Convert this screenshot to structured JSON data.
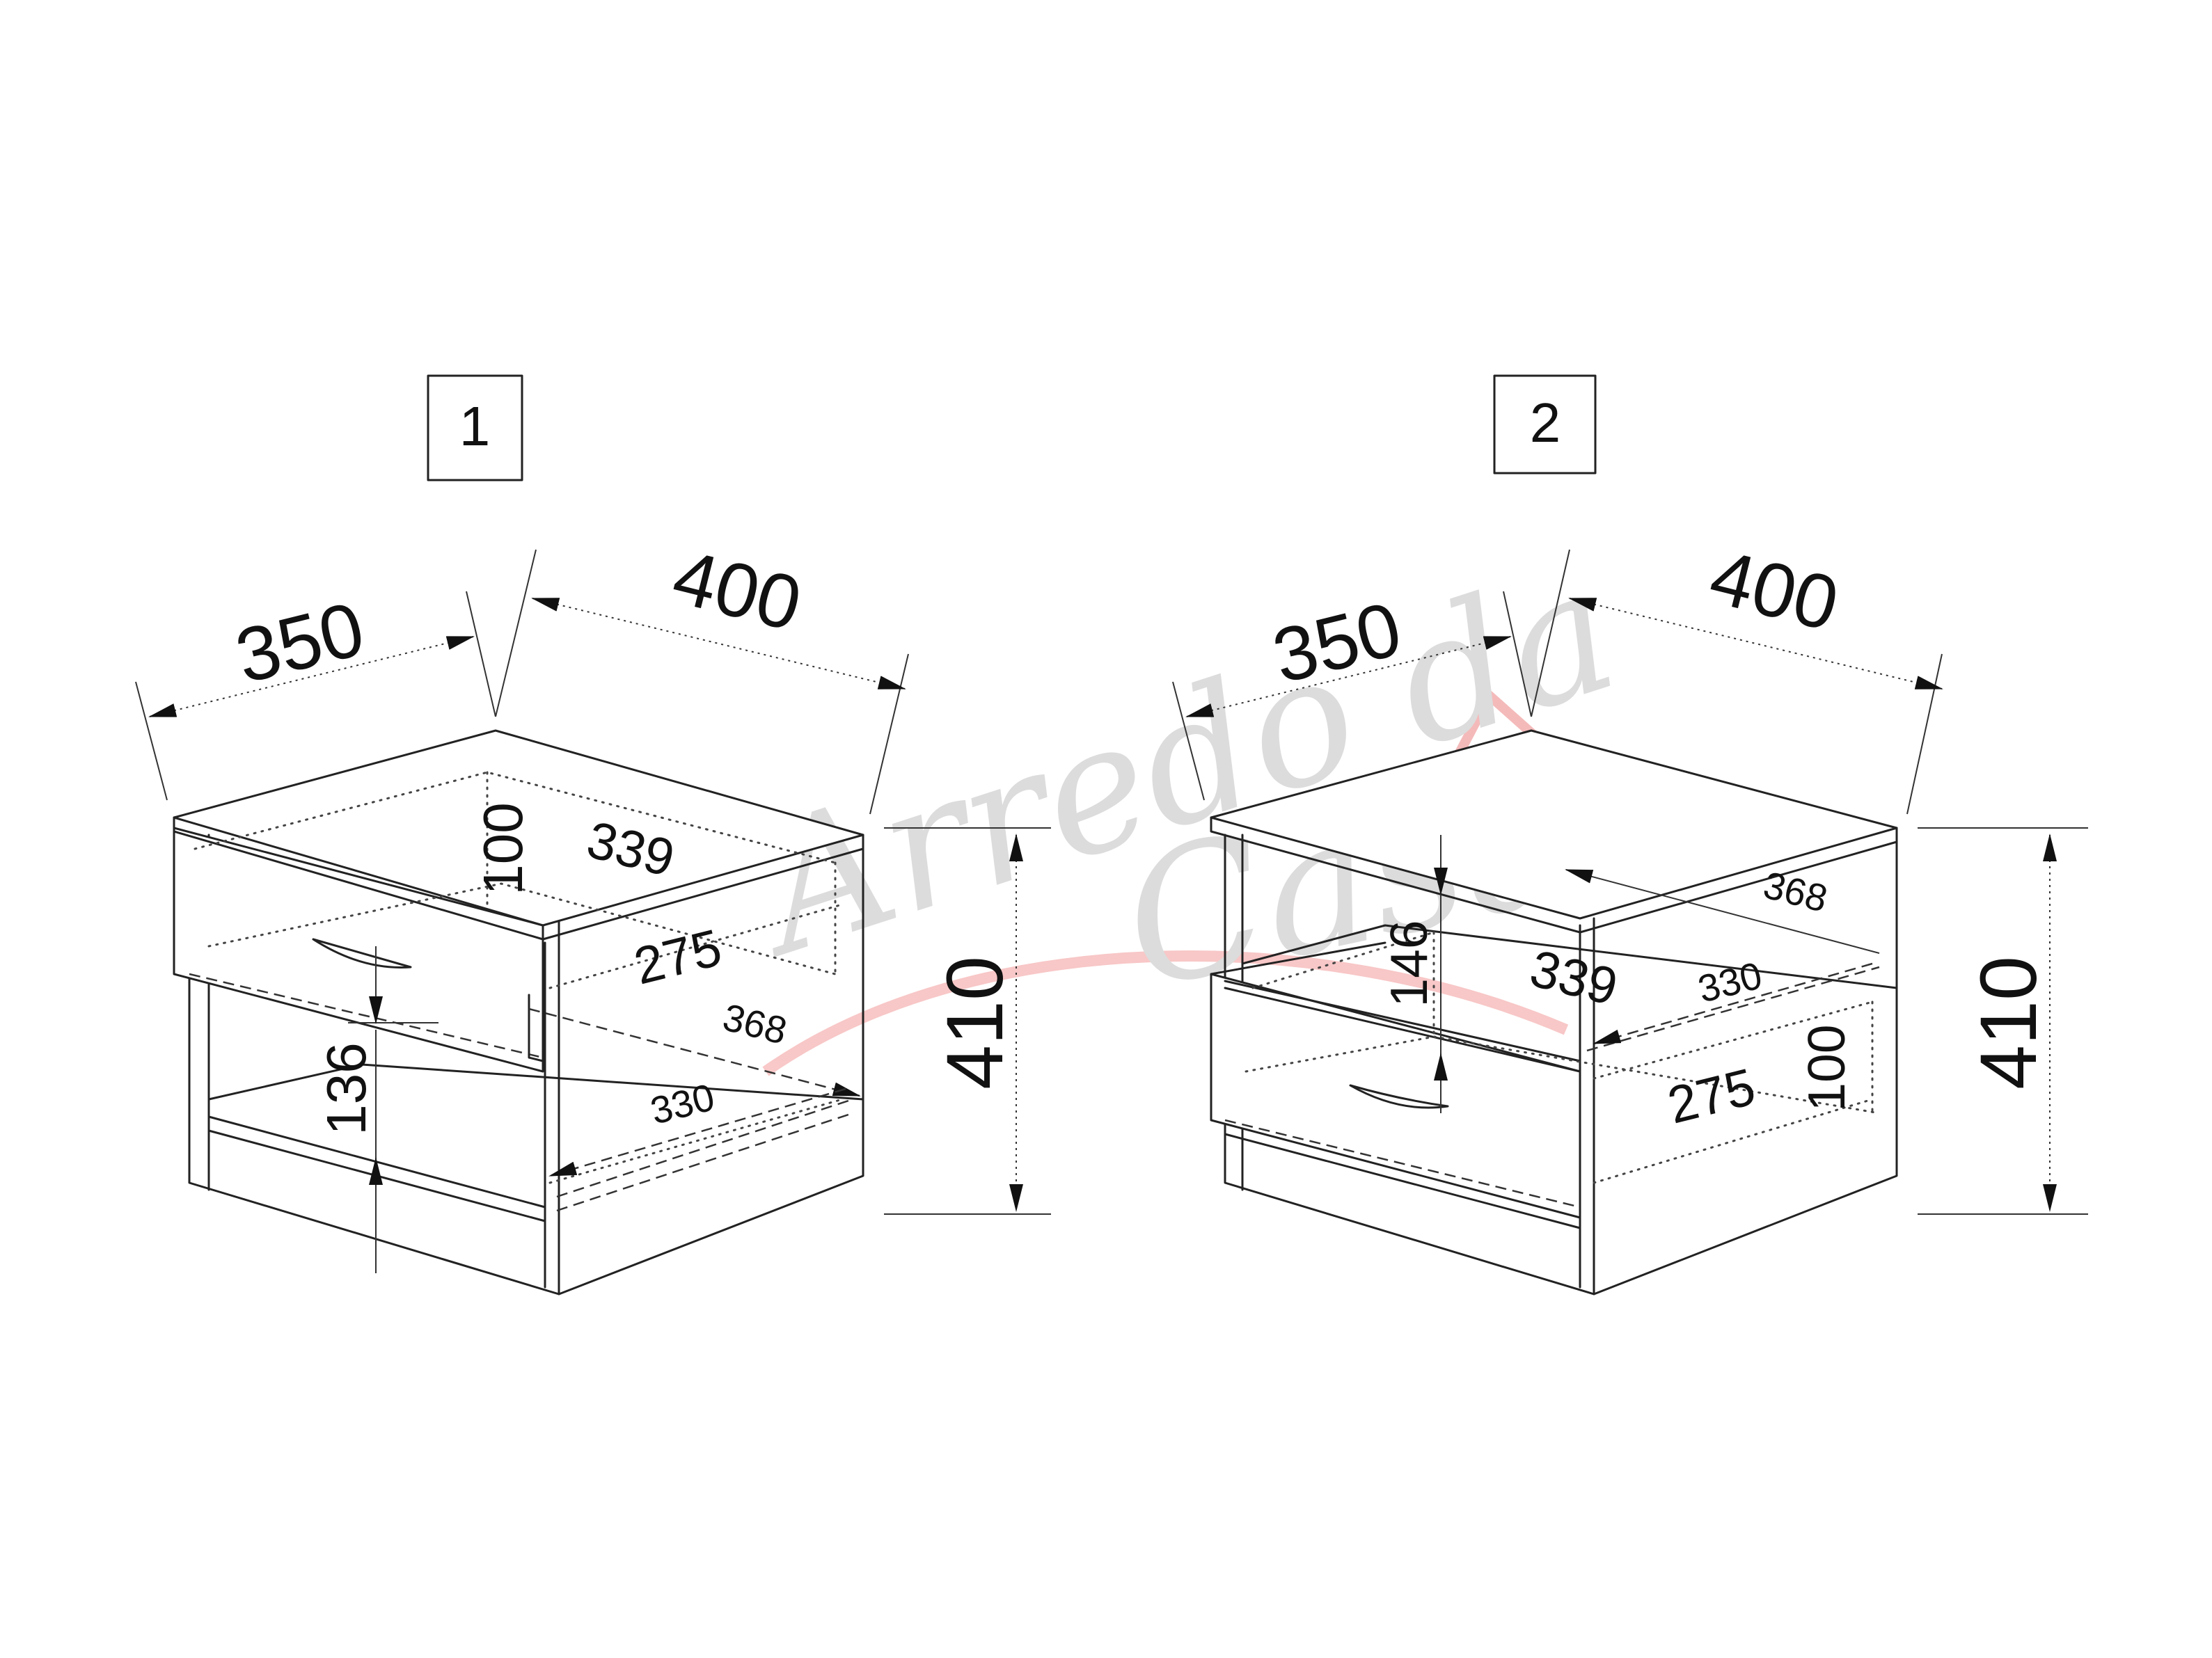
{
  "views": [
    {
      "label": "1",
      "dims": {
        "width": "350",
        "depth": "400",
        "height": "410",
        "drawer_height": "100",
        "drawer_inner_width": "339",
        "drawer_inner_depth": "275",
        "shelf_gap": "136",
        "shelf_depth": "368",
        "shelf_inner_depth": "330"
      }
    },
    {
      "label": "2",
      "dims": {
        "width": "350",
        "depth": "400",
        "height": "410",
        "drawer_height": "100",
        "drawer_inner_width": "339",
        "drawer_inner_depth": "275",
        "shelf_gap": "146",
        "shelf_depth": "368",
        "shelf_inner_depth": "330"
      }
    }
  ],
  "watermark": {
    "line1": "Arredo da",
    "line2": "Casa"
  }
}
